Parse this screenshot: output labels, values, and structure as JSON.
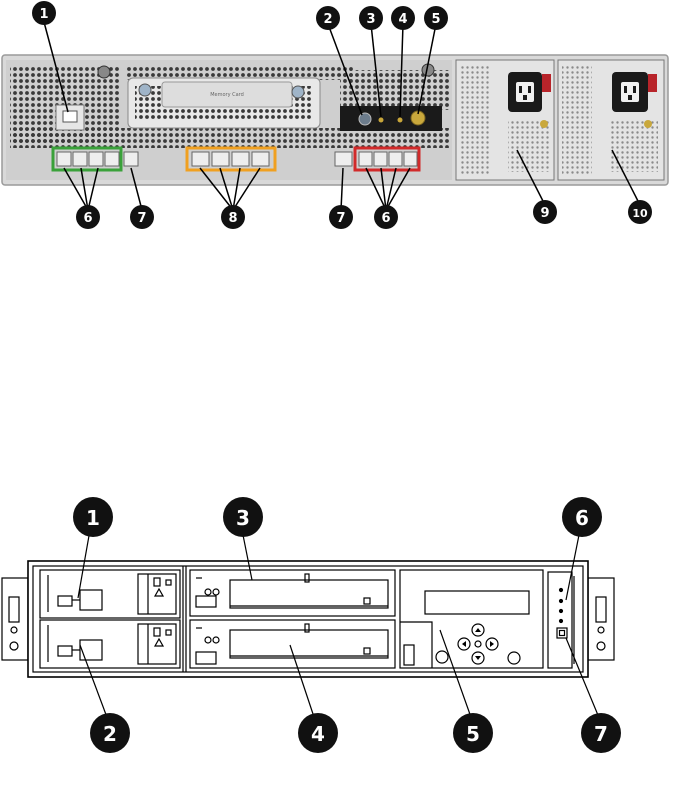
{
  "rear_view": {
    "callouts": [
      "1",
      "2",
      "3",
      "4",
      "5",
      "6",
      "7",
      "8",
      "7",
      "6",
      "9",
      "10"
    ],
    "memory_card_label": "Memory Card"
  },
  "front_view": {
    "callouts": [
      "1",
      "2",
      "3",
      "4",
      "5",
      "6",
      "7"
    ]
  },
  "colors": {
    "chassis_gray": "#d9d9d9",
    "vent_gray": "#444444",
    "port_group_green": "#3aa13a",
    "port_group_orange": "#f0a020",
    "port_group_red": "#d12a2a",
    "psu_latch_red": "#b8242a",
    "callout_black": "#111111"
  }
}
